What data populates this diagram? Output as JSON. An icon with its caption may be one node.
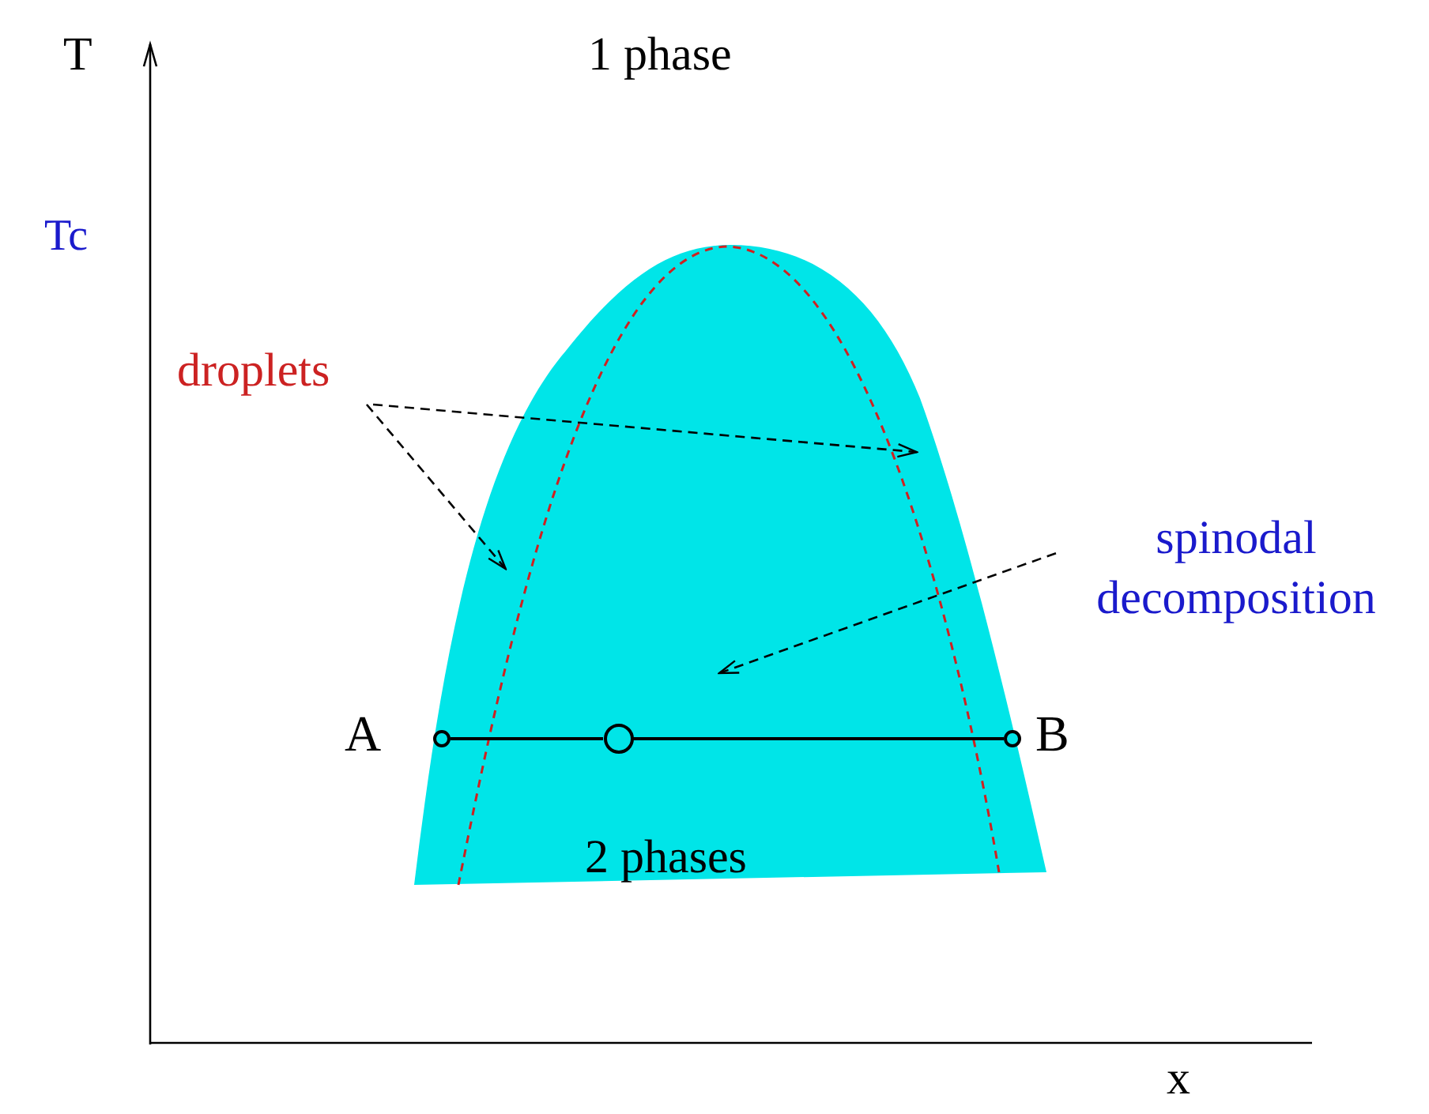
{
  "diagram": {
    "nodes": [
      {
        "text": [
          "2 phases"
        ]
      },
      {
        "text": [
          "droplets"
        ]
      },
      {
        "text": [
          "spinodal decomposition"
        ]
      },
      {
        "text": [],
        "shape": "circle",
        "beside": [
          "A"
        ],
        "in": 0
      },
      {
        "text": [],
        "shape": "circle",
        "in": 0
      },
      {
        "text": [],
        "shape": "circle",
        "beside": [
          "B"
        ],
        "in": 0
      }
    ],
    "edges": [
      {
        "from": 1,
        "to": 0,
        "arrow": "to",
        "style": "dashed"
      },
      {
        "from": 1,
        "to": 0,
        "arrow": "to",
        "style": "dashed"
      },
      {
        "from": 2,
        "to": null,
        "arrow": "to",
        "style": "dashed"
      },
      {
        "from": 3,
        "to": 4,
        "arrow": "none"
      },
      {
        "from": 4,
        "to": 5,
        "arrow": "none"
      }
    ],
    "labels": [
      "T",
      "1 phase",
      "Tc",
      "x"
    ]
  }
}
